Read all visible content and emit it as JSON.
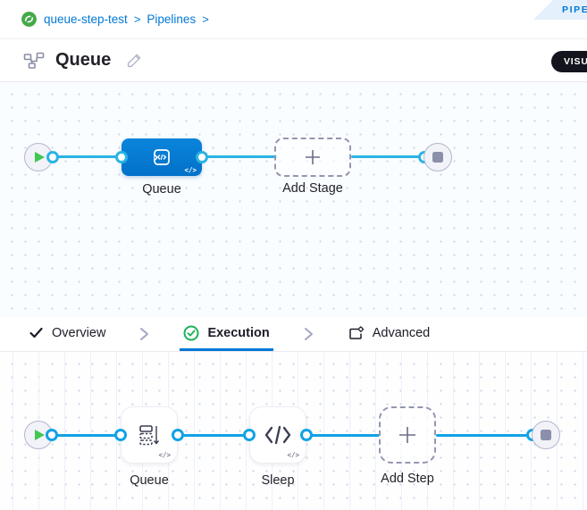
{
  "breadcrumb": {
    "project": "queue-step-test",
    "separator": ">",
    "section": "Pipelines"
  },
  "ribbon": {
    "label": "PIPELINE STUDIO"
  },
  "header": {
    "title": "Queue",
    "visual_toggle_label": "VISUAL"
  },
  "stage_canvas": {
    "stage_label": "Queue",
    "add_stage_label": "Add Stage",
    "code_badge": "</>"
  },
  "tabs": {
    "items": [
      {
        "label": "Overview"
      },
      {
        "label": "Execution"
      },
      {
        "label": "Advanced"
      }
    ]
  },
  "execution_canvas": {
    "step1_label": "Queue",
    "step2_label": "Sleep",
    "add_step_label": "Add Step",
    "code_badge": "</>"
  },
  "colors": {
    "accent": "#0278d5",
    "connector_top": "#2ab4e4",
    "connector_bottom": "#12a2e6",
    "green": "#42c753"
  }
}
